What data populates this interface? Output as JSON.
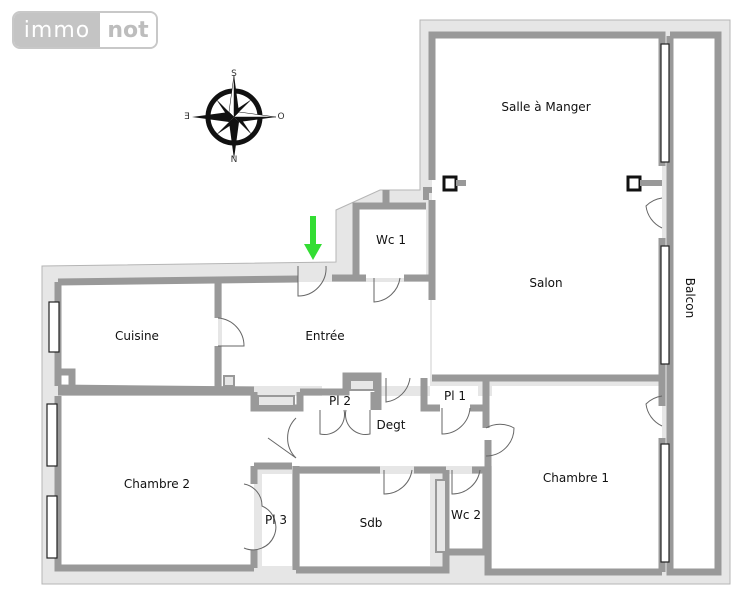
{
  "logo": {
    "part1": "immo",
    "part2": "not"
  },
  "compass": {
    "top": "S",
    "bottom": "N",
    "left": "E",
    "right": "O"
  },
  "rooms": {
    "salle_a_manger": "Salle à Manger",
    "salon": "Salon",
    "balcon": "Balcon",
    "wc1": "Wc 1",
    "cuisine": "Cuisine",
    "entree": "Entrée",
    "pl2": "Pl 2",
    "pl1": "Pl 1",
    "degt": "Degt",
    "chambre2": "Chambre 2",
    "pl3": "Pl 3",
    "sdb": "Sdb",
    "wc2": "Wc 2",
    "chambre1": "Chambre 1"
  },
  "colors": {
    "wall": "#999999",
    "outer_wall": "#e6e6e6",
    "outer_line": "#b5b5b5",
    "entry_arrow": "#33dd33",
    "door_line": "#666666"
  }
}
